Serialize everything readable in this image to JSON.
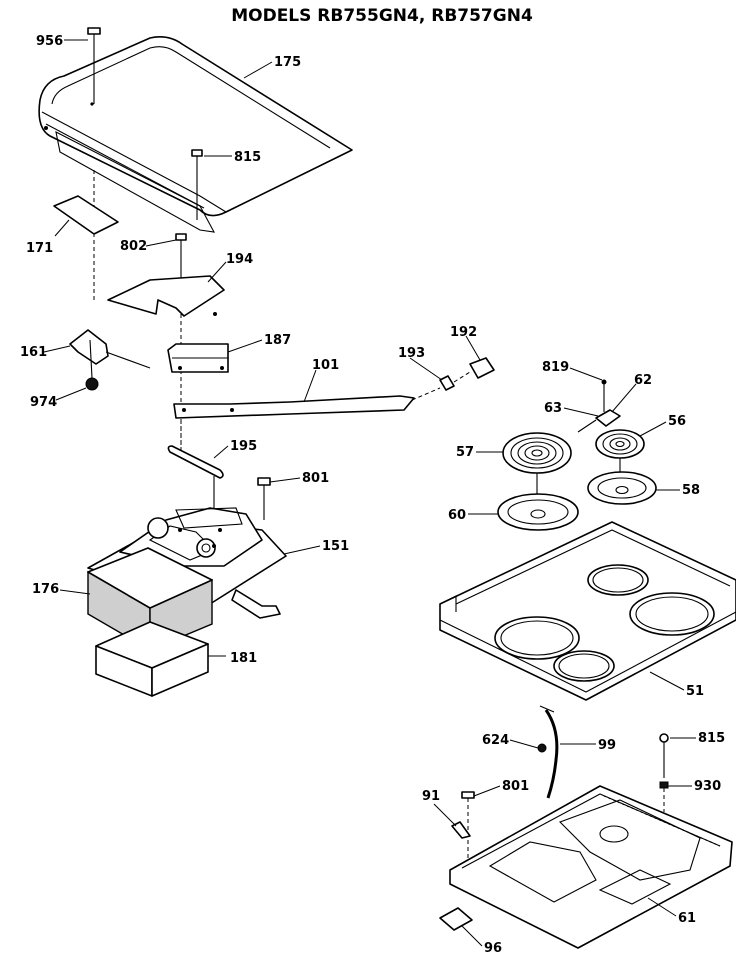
{
  "title": "MODELS RB755GN4, RB757GN4",
  "callouts": {
    "c956": "956",
    "c175": "175",
    "c815a": "815",
    "c171": "171",
    "c802": "802",
    "c194": "194",
    "c161": "161",
    "c187": "187",
    "c974": "974",
    "c101": "101",
    "c193": "193",
    "c192": "192",
    "c819": "819",
    "c62": "62",
    "c63": "63",
    "c56": "56",
    "c195": "195",
    "c57": "57",
    "c801a": "801",
    "c58": "58",
    "c151": "151",
    "c60": "60",
    "c176": "176",
    "c181": "181",
    "c51": "51",
    "c624": "624",
    "c99": "99",
    "c815b": "815",
    "c91": "91",
    "c801b": "801",
    "c930": "930",
    "c61": "61",
    "c96": "96"
  }
}
